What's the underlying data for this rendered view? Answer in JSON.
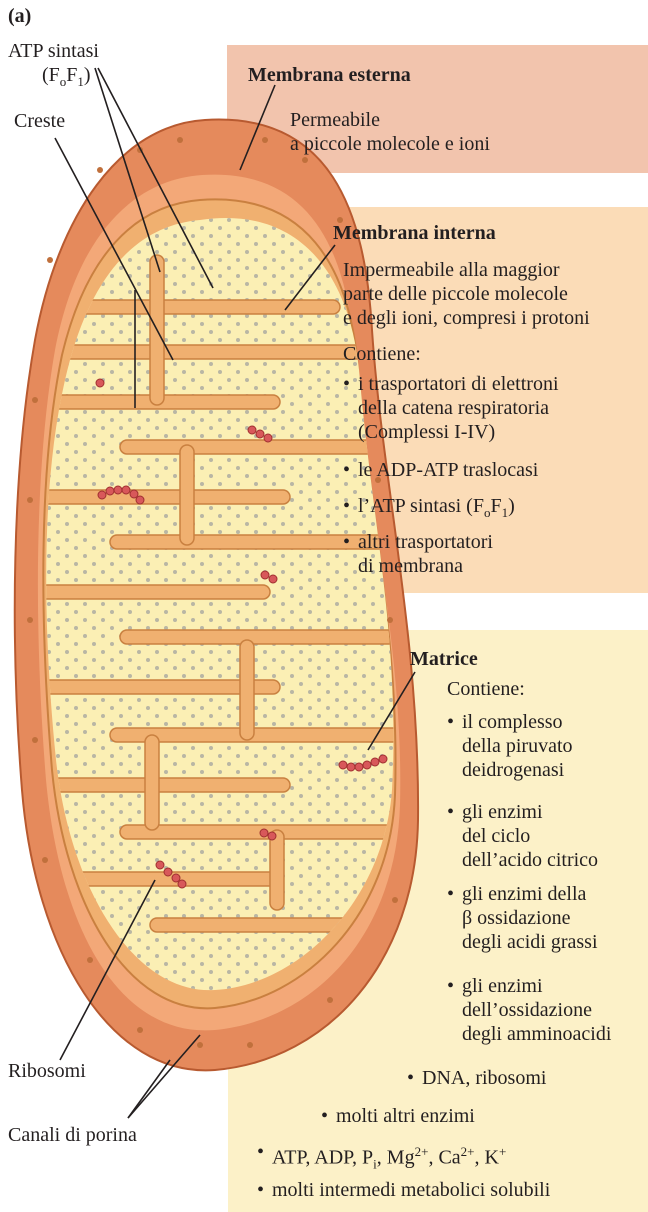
{
  "panel_label": "(a)",
  "labels": {
    "atp_synthase": [
      "ATP sintasi",
      "(F",
      "o",
      "F",
      "1",
      ")"
    ],
    "cristae": "Creste",
    "ribosomes": "Ribosomi",
    "porin_channels": "Canali di porina"
  },
  "outer_membrane": {
    "title": "Membrana esterna",
    "lines": [
      "Permeabile",
      "a piccole molecole e ioni"
    ]
  },
  "inner_membrane": {
    "title": "Membrana interna",
    "lines": [
      "Impermeabile alla maggior",
      "parte delle piccole molecole",
      "e degli ioni, compresi i protoni"
    ],
    "contains": "Contiene:",
    "items": [
      [
        "i trasportatori di elettroni",
        "della catena respiratoria",
        "(Complessi I-IV)"
      ],
      [
        "le ADP-ATP traslocasi"
      ],
      [
        "l’ATP sintasi (F",
        "o",
        "F",
        "1",
        ")"
      ],
      [
        "altri trasportatori",
        "di membrana"
      ]
    ]
  },
  "matrix": {
    "title": "Matrice",
    "contains": "Contiene:",
    "items": [
      [
        "il complesso",
        "della piruvato",
        "deidrogenasi"
      ],
      [
        "gli enzimi",
        "del ciclo",
        "dell’acido citrico"
      ],
      [
        "gli enzimi della",
        "β ossidazione",
        "degli acidi grassi"
      ],
      [
        "gli enzimi",
        "dell’ossidazione",
        "degli amminoacidi"
      ]
    ],
    "extra": [
      "DNA, ribosomi",
      "molti altri enzimi",
      [
        "ATP, ADP, P",
        "i",
        ", Mg",
        "2+",
        ", Ca",
        "2+",
        ", K",
        "+"
      ],
      "molti intermedi metabolici solubili"
    ]
  },
  "colors": {
    "outer_box": "#f2c4ad",
    "inner_box": "#fbdcb7",
    "matrix_box": "#fcf1c8",
    "outer_membrane": "#e58a5c",
    "inner_membrane": "#f0b070",
    "matrix_fill": "#fbefb4",
    "ribosome": "#d8585a"
  }
}
